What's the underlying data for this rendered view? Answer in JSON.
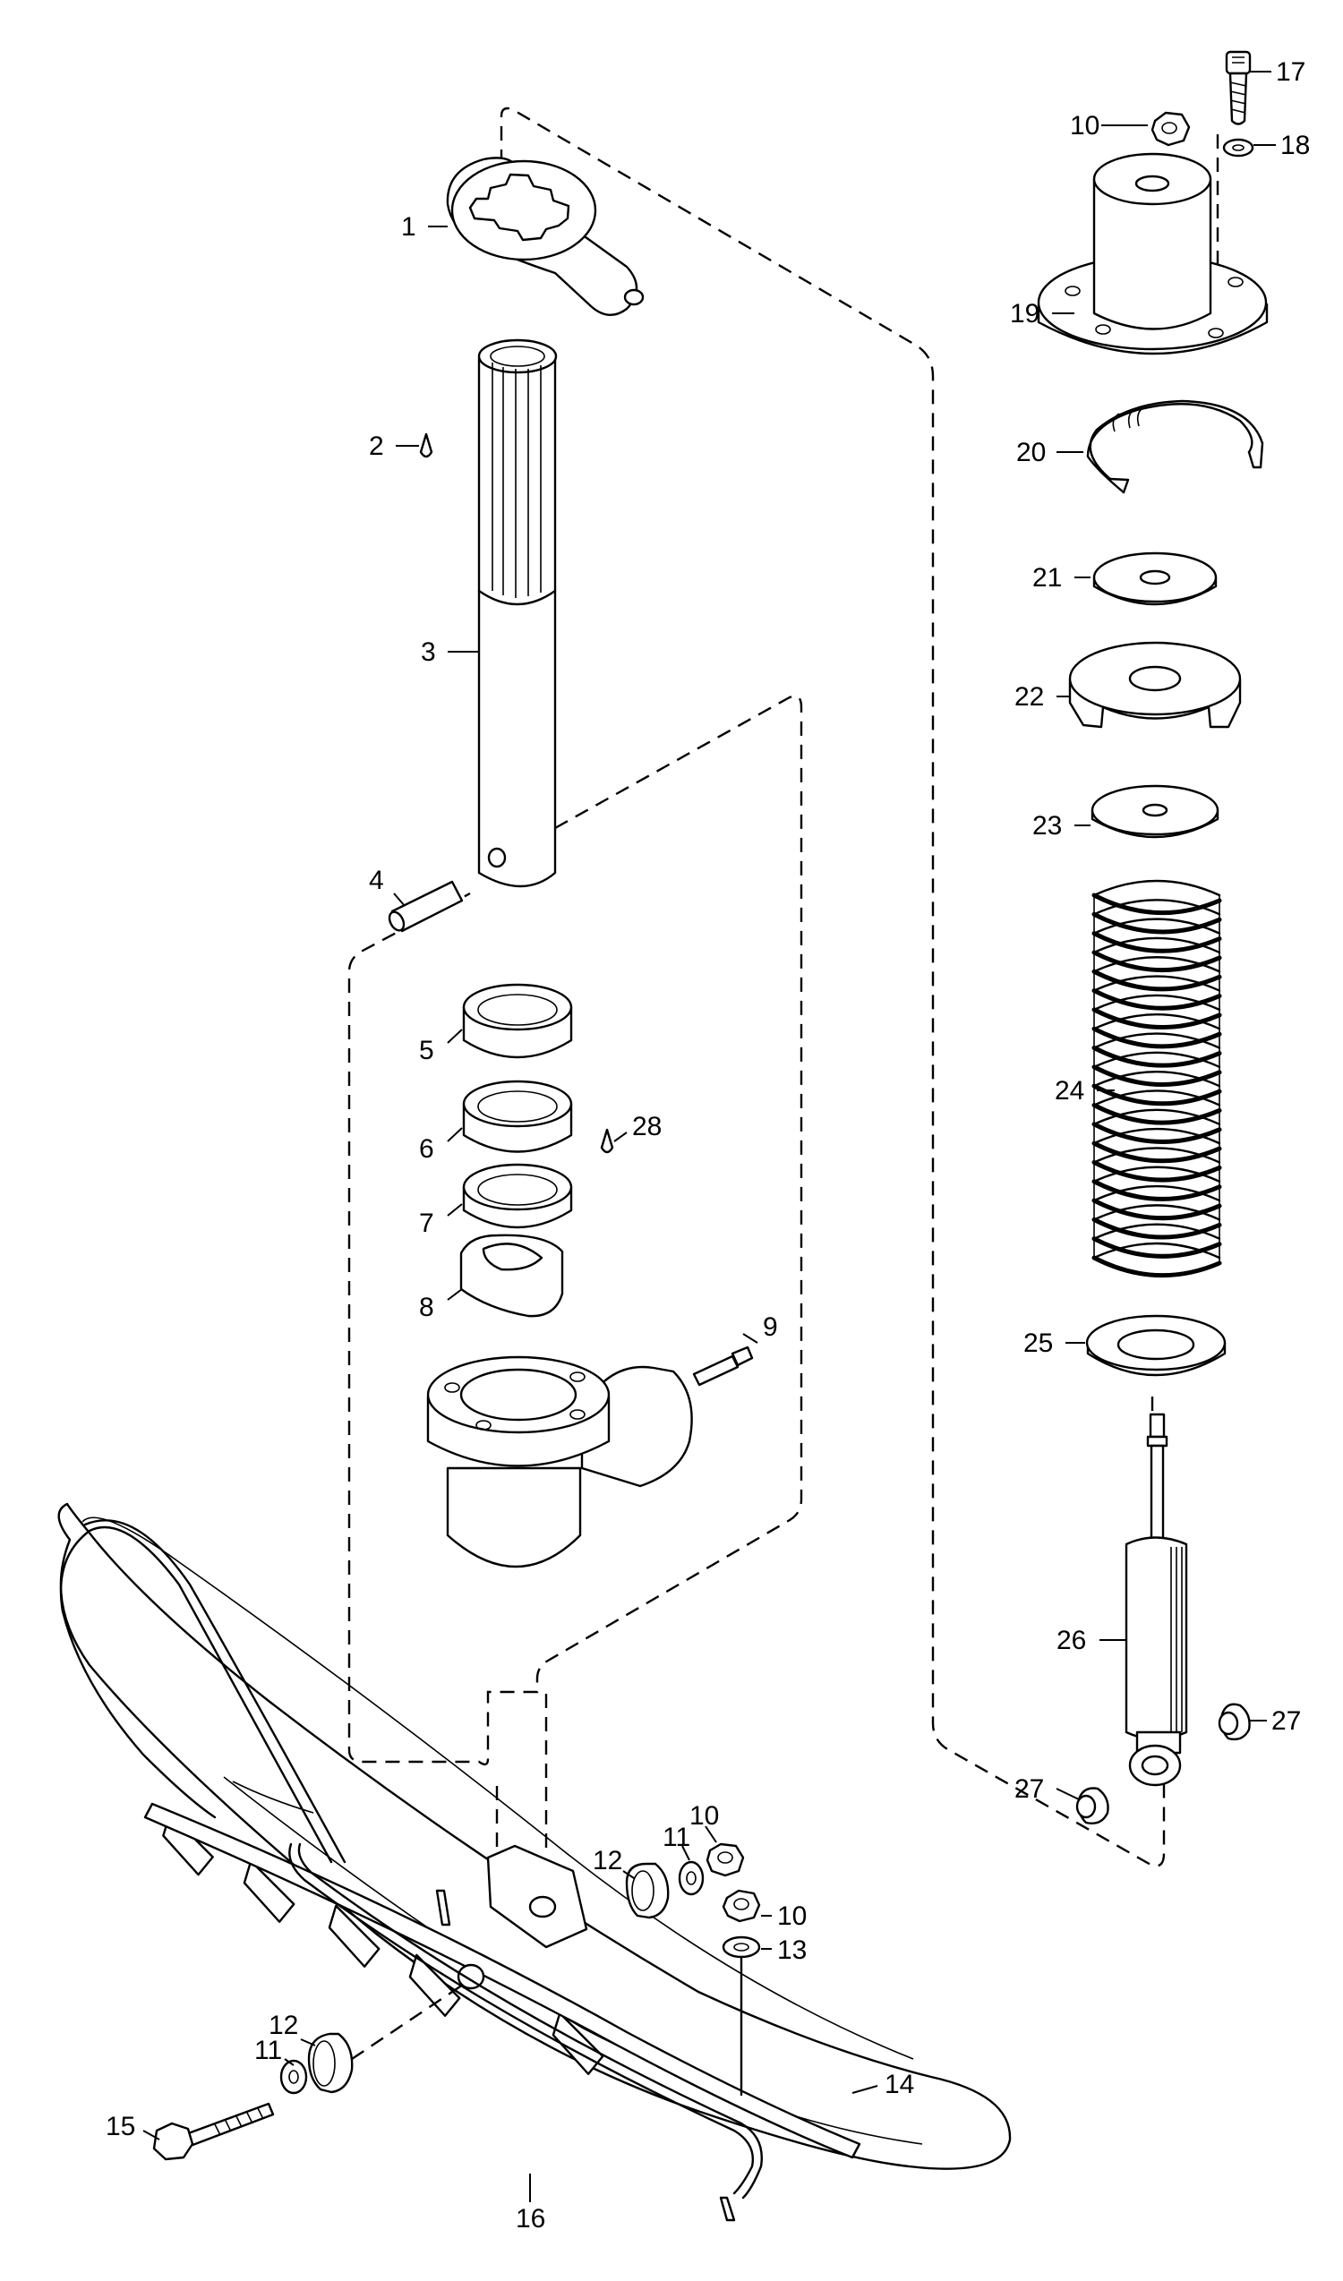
{
  "diagram": {
    "callouts": [
      "1",
      "2",
      "3",
      "4",
      "5",
      "6",
      "7",
      "8",
      "9",
      "10",
      "10",
      "10",
      "11",
      "11",
      "12",
      "12",
      "13",
      "14",
      "15",
      "16",
      "17",
      "18",
      "19",
      "20",
      "21",
      "22",
      "23",
      "24",
      "25",
      "26",
      "27",
      "27",
      "28"
    ]
  }
}
